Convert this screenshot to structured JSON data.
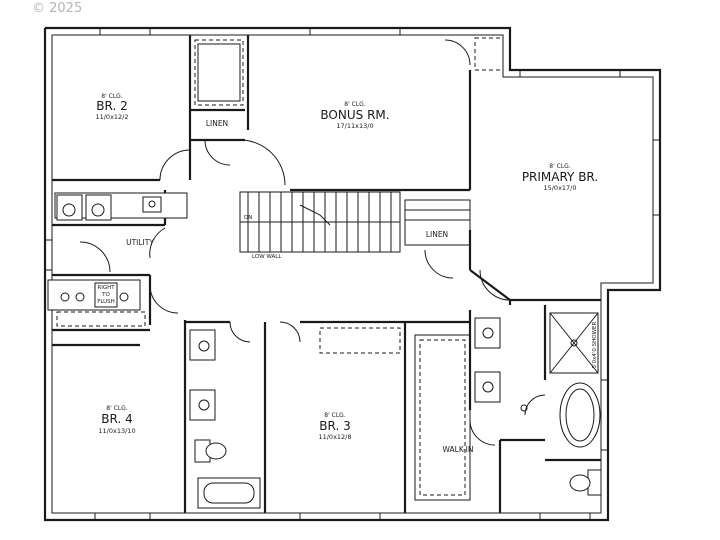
{
  "copyright": "© 2025",
  "rooms": {
    "br2": {
      "ceiling": "8' CLG.",
      "name": "BR. 2",
      "dims": "11/0x12/2"
    },
    "bonus": {
      "ceiling": "8' CLG.",
      "name": "BONUS RM.",
      "dims": "17/11x13/0"
    },
    "primary": {
      "ceiling": "8' CLG.",
      "name": "PRIMARY BR.",
      "dims": "15/0x17/0"
    },
    "br4": {
      "ceiling": "8' CLG.",
      "name": "BR. 4",
      "dims": "11/0x13/10"
    },
    "br3": {
      "ceiling": "8' CLG.",
      "name": "BR. 3",
      "dims": "11/0x12/8"
    },
    "utility": {
      "name": "UTILITY"
    },
    "walkin": {
      "name": "WALK-IN"
    },
    "linen_top": {
      "name": "LINEN"
    },
    "linen_mid": {
      "name": "LINEN"
    }
  },
  "stairs": {
    "dn": "DN",
    "low_wall": "LOW WALL"
  },
  "shower": {
    "label": "5'0x4'0 SHOWER"
  },
  "mech": {
    "line1": "RIGHT",
    "line2": "TO",
    "line3": "FLUSH"
  }
}
